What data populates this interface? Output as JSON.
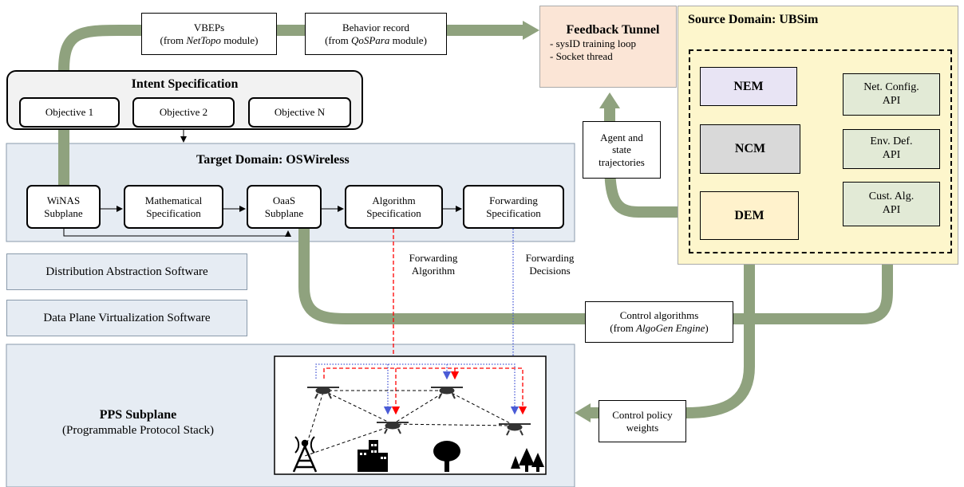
{
  "vbeps": {
    "line1": "VBEPs",
    "line2_prefix": "(from ",
    "line2_em": "NetTopo",
    "line2_suffix": " module)"
  },
  "behavior": {
    "line1": "Behavior record",
    "line2_prefix": "(from ",
    "line2_em": "QoSPara",
    "line2_suffix": " module)"
  },
  "feedback": {
    "title": "Feedback Tunnel",
    "items": [
      "- sysID training loop",
      "- Socket thread"
    ]
  },
  "source": {
    "title": "Source Domain: UBSim",
    "nem": "NEM",
    "ncm": "NCM",
    "dem": "DEM",
    "apis": [
      [
        "Net. Config.",
        "API"
      ],
      [
        "Env. Def.",
        "API"
      ],
      [
        "Cust. Alg.",
        "API"
      ]
    ]
  },
  "agent": [
    "Agent and",
    "state",
    "trajectories"
  ],
  "intent": {
    "title": "Intent Specification",
    "objectives": [
      "Objective 1",
      "Objective 2",
      "Objective N"
    ]
  },
  "target": {
    "title": "Target Domain: OSWireless",
    "boxes": [
      [
        "WiNAS",
        "Subplane"
      ],
      [
        "Mathematical",
        "Specification"
      ],
      [
        "OaaS",
        "Subplane"
      ],
      [
        "Algorithm",
        "Specification"
      ],
      [
        "Forwarding",
        "Specification"
      ]
    ]
  },
  "fwd_alg": [
    "Forwarding",
    "Algorithm"
  ],
  "fwd_dec": [
    "Forwarding",
    "Decisions"
  ],
  "dist_sw": "Distribution Abstraction Software",
  "dp_sw": "Data Plane Virtualization Software",
  "control_alg": {
    "line1": "Control algorithms",
    "line2_prefix": "(from ",
    "line2_em": "AlgoGen Engine",
    "line2_suffix": ")"
  },
  "pps": {
    "title": "PPS Subplane",
    "subtitle": "(Programmable Protocol Stack)"
  },
  "policy": [
    "Control policy",
    "weights"
  ],
  "colors": {
    "green_arrow": "#8fa27e",
    "panel": "#e6ecf3",
    "feedback": "#fbe5d6",
    "source": "#fdf6cc",
    "nem": "#e8e4f4",
    "ncm": "#d9d9d9",
    "dem": "#fff2cc",
    "api": "#e2ead6",
    "red": "#ff0000",
    "blue": "#4a5bd6"
  }
}
